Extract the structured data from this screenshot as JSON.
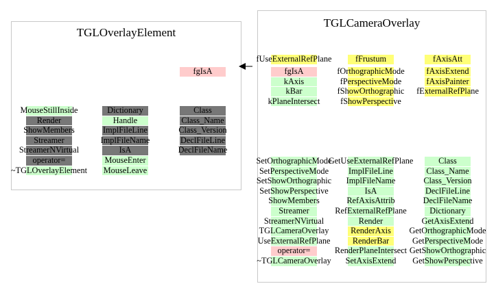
{
  "colors": {
    "green": "#ccffcc",
    "grey": "#777777",
    "yellow": "#ffff77",
    "pink": "#ffcccc"
  },
  "left": {
    "title": "TGLOverlayElement",
    "columns": [
      {
        "id": "l1",
        "cells": [
          [
            "MouseStillInside",
            "green"
          ],
          [
            "Render",
            "grey"
          ],
          [
            "ShowMembers",
            "grey"
          ],
          [
            "Streamer",
            "grey"
          ],
          [
            "StreamerNVirtual",
            "grey"
          ],
          [
            "operator=",
            "grey"
          ],
          [
            "~TGLOverlayElement",
            "green"
          ]
        ]
      },
      {
        "id": "l2",
        "cells": [
          [
            "Dictionary",
            "grey"
          ],
          [
            "Handle",
            "green"
          ],
          [
            "ImplFileLine",
            "grey"
          ],
          [
            "ImplFileName",
            "grey"
          ],
          [
            "IsA",
            "grey"
          ],
          [
            "MouseEnter",
            "green"
          ],
          [
            "MouseLeave",
            "green"
          ]
        ]
      },
      {
        "id": "l3",
        "cells": [
          [
            "Class",
            "grey"
          ],
          [
            "Class_Name",
            "grey"
          ],
          [
            "Class_Version",
            "grey"
          ],
          [
            "DeclFileLine",
            "grey"
          ],
          [
            "DeclFileName",
            "grey"
          ]
        ]
      },
      {
        "id": "l4",
        "cells": [
          [
            "fgIsA",
            "pink"
          ]
        ]
      }
    ]
  },
  "right": {
    "title": "TGLCameraOverlay",
    "columns": [
      {
        "id": "r0a",
        "cells": [
          [
            "fUseExternalRefPlane",
            "yellow"
          ]
        ]
      },
      {
        "id": "r0b",
        "cells": [
          [
            "fFrustum",
            "yellow"
          ]
        ]
      },
      {
        "id": "r0c",
        "cells": [
          [
            "fAxisAtt",
            "yellow"
          ]
        ]
      },
      {
        "id": "r1",
        "cells": [
          [
            "fgIsA",
            "pink"
          ],
          [
            "kAxis",
            "green"
          ],
          [
            "kBar",
            "green"
          ],
          [
            "kPlaneIntersect",
            "green"
          ]
        ]
      },
      {
        "id": "r2",
        "cells": [
          [
            "fOrthographicMode",
            "yellow"
          ],
          [
            "fPerspectiveMode",
            "yellow"
          ],
          [
            "fShowOrthographic",
            "yellow"
          ],
          [
            "fShowPerspective",
            "yellow"
          ]
        ]
      },
      {
        "id": "r3",
        "cells": [
          [
            "fAxisExtend",
            "yellow"
          ],
          [
            "fAxisPainter",
            "yellow"
          ],
          [
            "fExternalRefPlane",
            "yellow"
          ]
        ]
      },
      {
        "id": "r4",
        "cells": [
          [
            "SetOrthographicMode",
            "green"
          ],
          [
            "SetPerspectiveMode",
            "green"
          ],
          [
            "SetShowOrthographic",
            "green"
          ],
          [
            "SetShowPerspective",
            "green"
          ],
          [
            "ShowMembers",
            "green"
          ],
          [
            "Streamer",
            "green"
          ],
          [
            "StreamerNVirtual",
            "green"
          ],
          [
            "TGLCameraOverlay",
            "green"
          ],
          [
            "UseExternalRefPlane",
            "green"
          ],
          [
            "operator=",
            "pink"
          ],
          [
            "~TGLCameraOverlay",
            "green"
          ]
        ]
      },
      {
        "id": "r5",
        "cells": [
          [
            "GetUseExternalRefPlane",
            "green"
          ],
          [
            "ImplFileLine",
            "green"
          ],
          [
            "ImplFileName",
            "green"
          ],
          [
            "IsA",
            "green"
          ],
          [
            "RefAxisAttrib",
            "green"
          ],
          [
            "RefExternalRefPlane",
            "green"
          ],
          [
            "Render",
            "green"
          ],
          [
            "RenderAxis",
            "yellow"
          ],
          [
            "RenderBar",
            "yellow"
          ],
          [
            "RenderPlaneIntersect",
            "green"
          ],
          [
            "SetAxisExtend",
            "green"
          ]
        ]
      },
      {
        "id": "r6",
        "cells": [
          [
            "Class",
            "green"
          ],
          [
            "Class_Name",
            "green"
          ],
          [
            "Class_Version",
            "green"
          ],
          [
            "DeclFileLine",
            "green"
          ],
          [
            "DeclFileName",
            "green"
          ],
          [
            "Dictionary",
            "green"
          ],
          [
            "GetAxisExtend",
            "green"
          ],
          [
            "GetOrthographicMode",
            "green"
          ],
          [
            "GetPerspectiveMode",
            "green"
          ],
          [
            "GetShowOrthographic",
            "green"
          ],
          [
            "GetShowPerspective",
            "green"
          ]
        ]
      }
    ]
  }
}
